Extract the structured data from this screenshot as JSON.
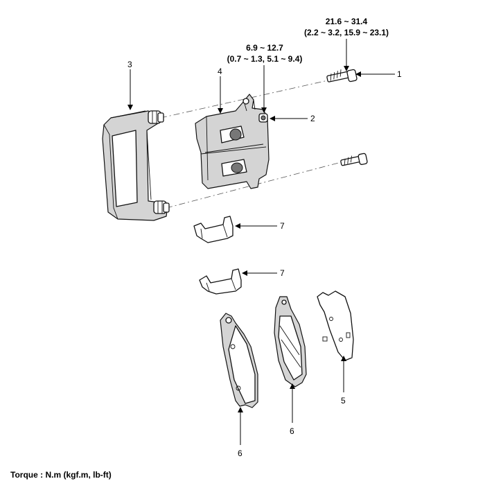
{
  "callouts": [
    {
      "id": "callout-1",
      "text": "1"
    },
    {
      "id": "callout-2",
      "text": "2"
    },
    {
      "id": "callout-3",
      "text": "3"
    },
    {
      "id": "callout-4",
      "text": "4"
    },
    {
      "id": "callout-5",
      "text": "5"
    },
    {
      "id": "callout-6a",
      "text": "6"
    },
    {
      "id": "callout-6b",
      "text": "6"
    },
    {
      "id": "callout-7a",
      "text": "7"
    },
    {
      "id": "callout-7b",
      "text": "7"
    }
  ],
  "torques": {
    "bolt_guide": {
      "line1": "21.6 ~ 31.4",
      "line2": "(2.2 ~ 3.2, 15.9 ~ 23.1)"
    },
    "bleeder": {
      "line1": "6.9 ~ 12.7",
      "line2": "(0.7 ~ 1.3, 5.1 ~ 9.4)"
    }
  },
  "footer": {
    "torque_note": "Torque : N.m (kgf.m, lb-ft)"
  }
}
